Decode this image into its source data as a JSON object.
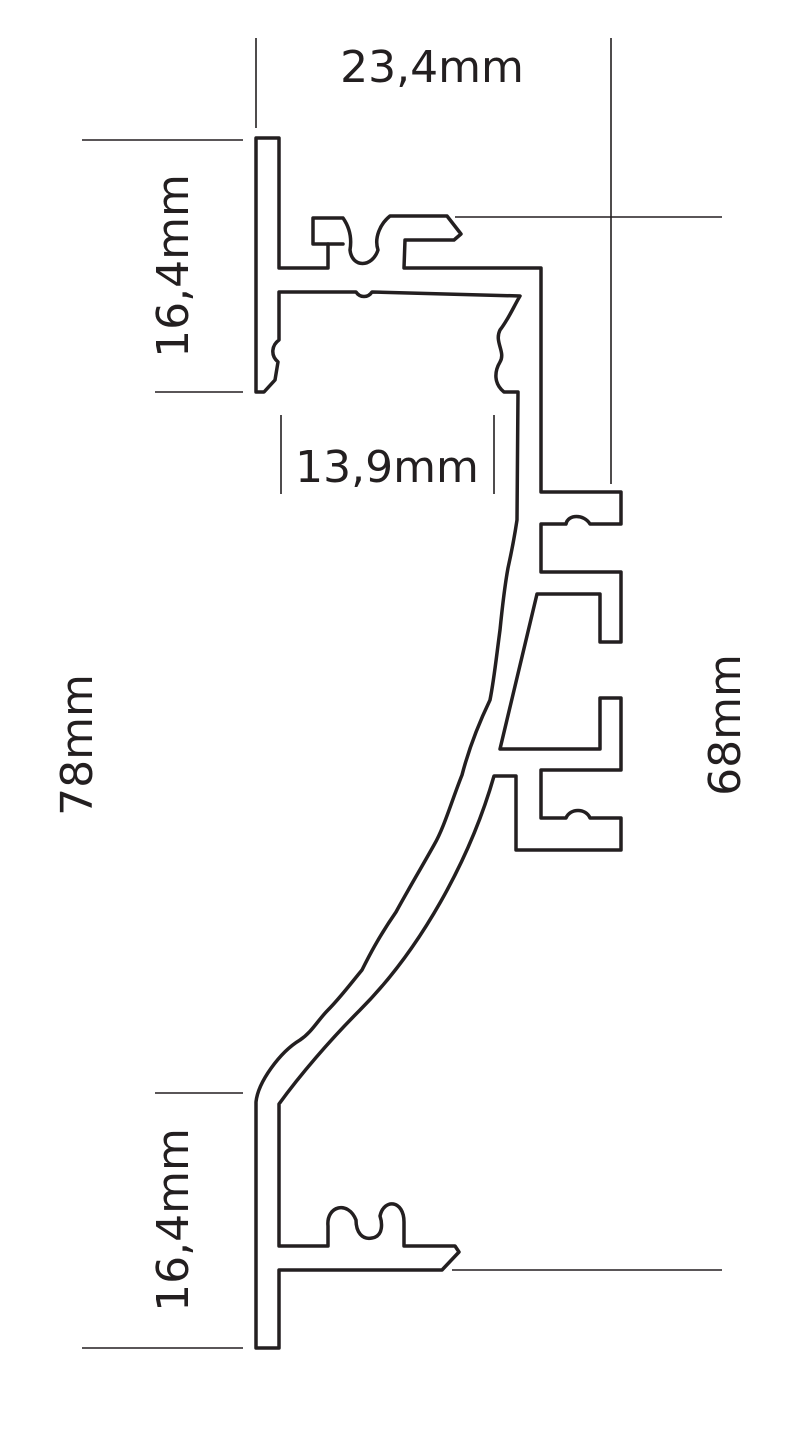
{
  "dimensions": {
    "top_width": "23,4mm",
    "top_flange_height": "16,4mm",
    "inner_width": "13,9mm",
    "overall_height": "78mm",
    "rear_height": "68mm",
    "bottom_flange_height": "16,4mm"
  },
  "colors": {
    "line": "#231f20",
    "background": "#ffffff"
  }
}
